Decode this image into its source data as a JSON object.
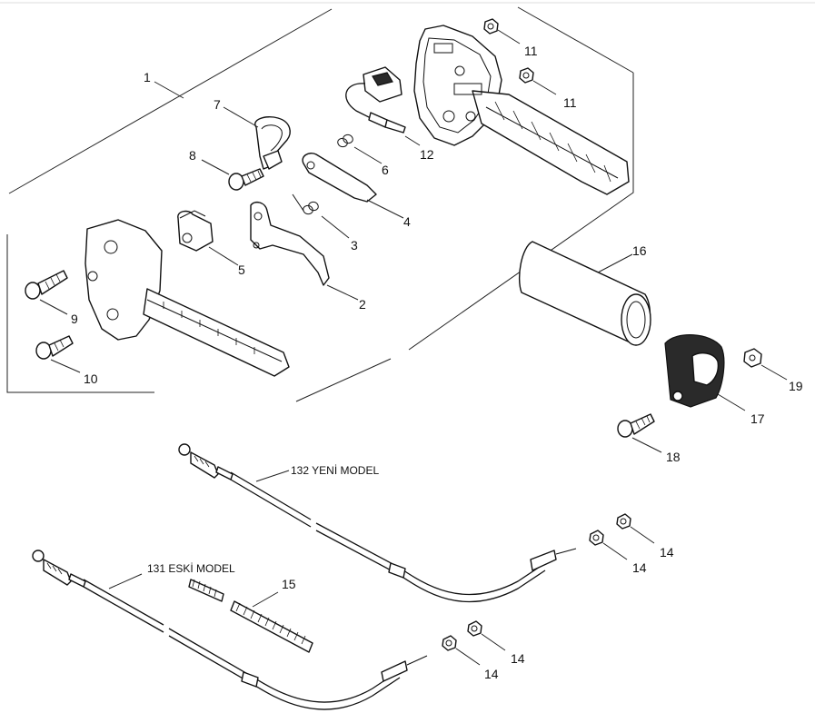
{
  "callouts": {
    "c1": "1",
    "c2": "2",
    "c3": "3",
    "c4": "4",
    "c5": "5",
    "c6": "6",
    "c7": "7",
    "c8": "8",
    "c9": "9",
    "c10": "10",
    "c11a": "11",
    "c11b": "11",
    "c12": "12",
    "c14a": "14",
    "c14b": "14",
    "c14c": "14",
    "c14d": "14",
    "c15": "15",
    "c16": "16",
    "c17": "17",
    "c18": "18",
    "c19": "19"
  },
  "cables": {
    "new_model": "132 YENİ MODEL",
    "old_model": "131 ESKİ MODEL"
  }
}
